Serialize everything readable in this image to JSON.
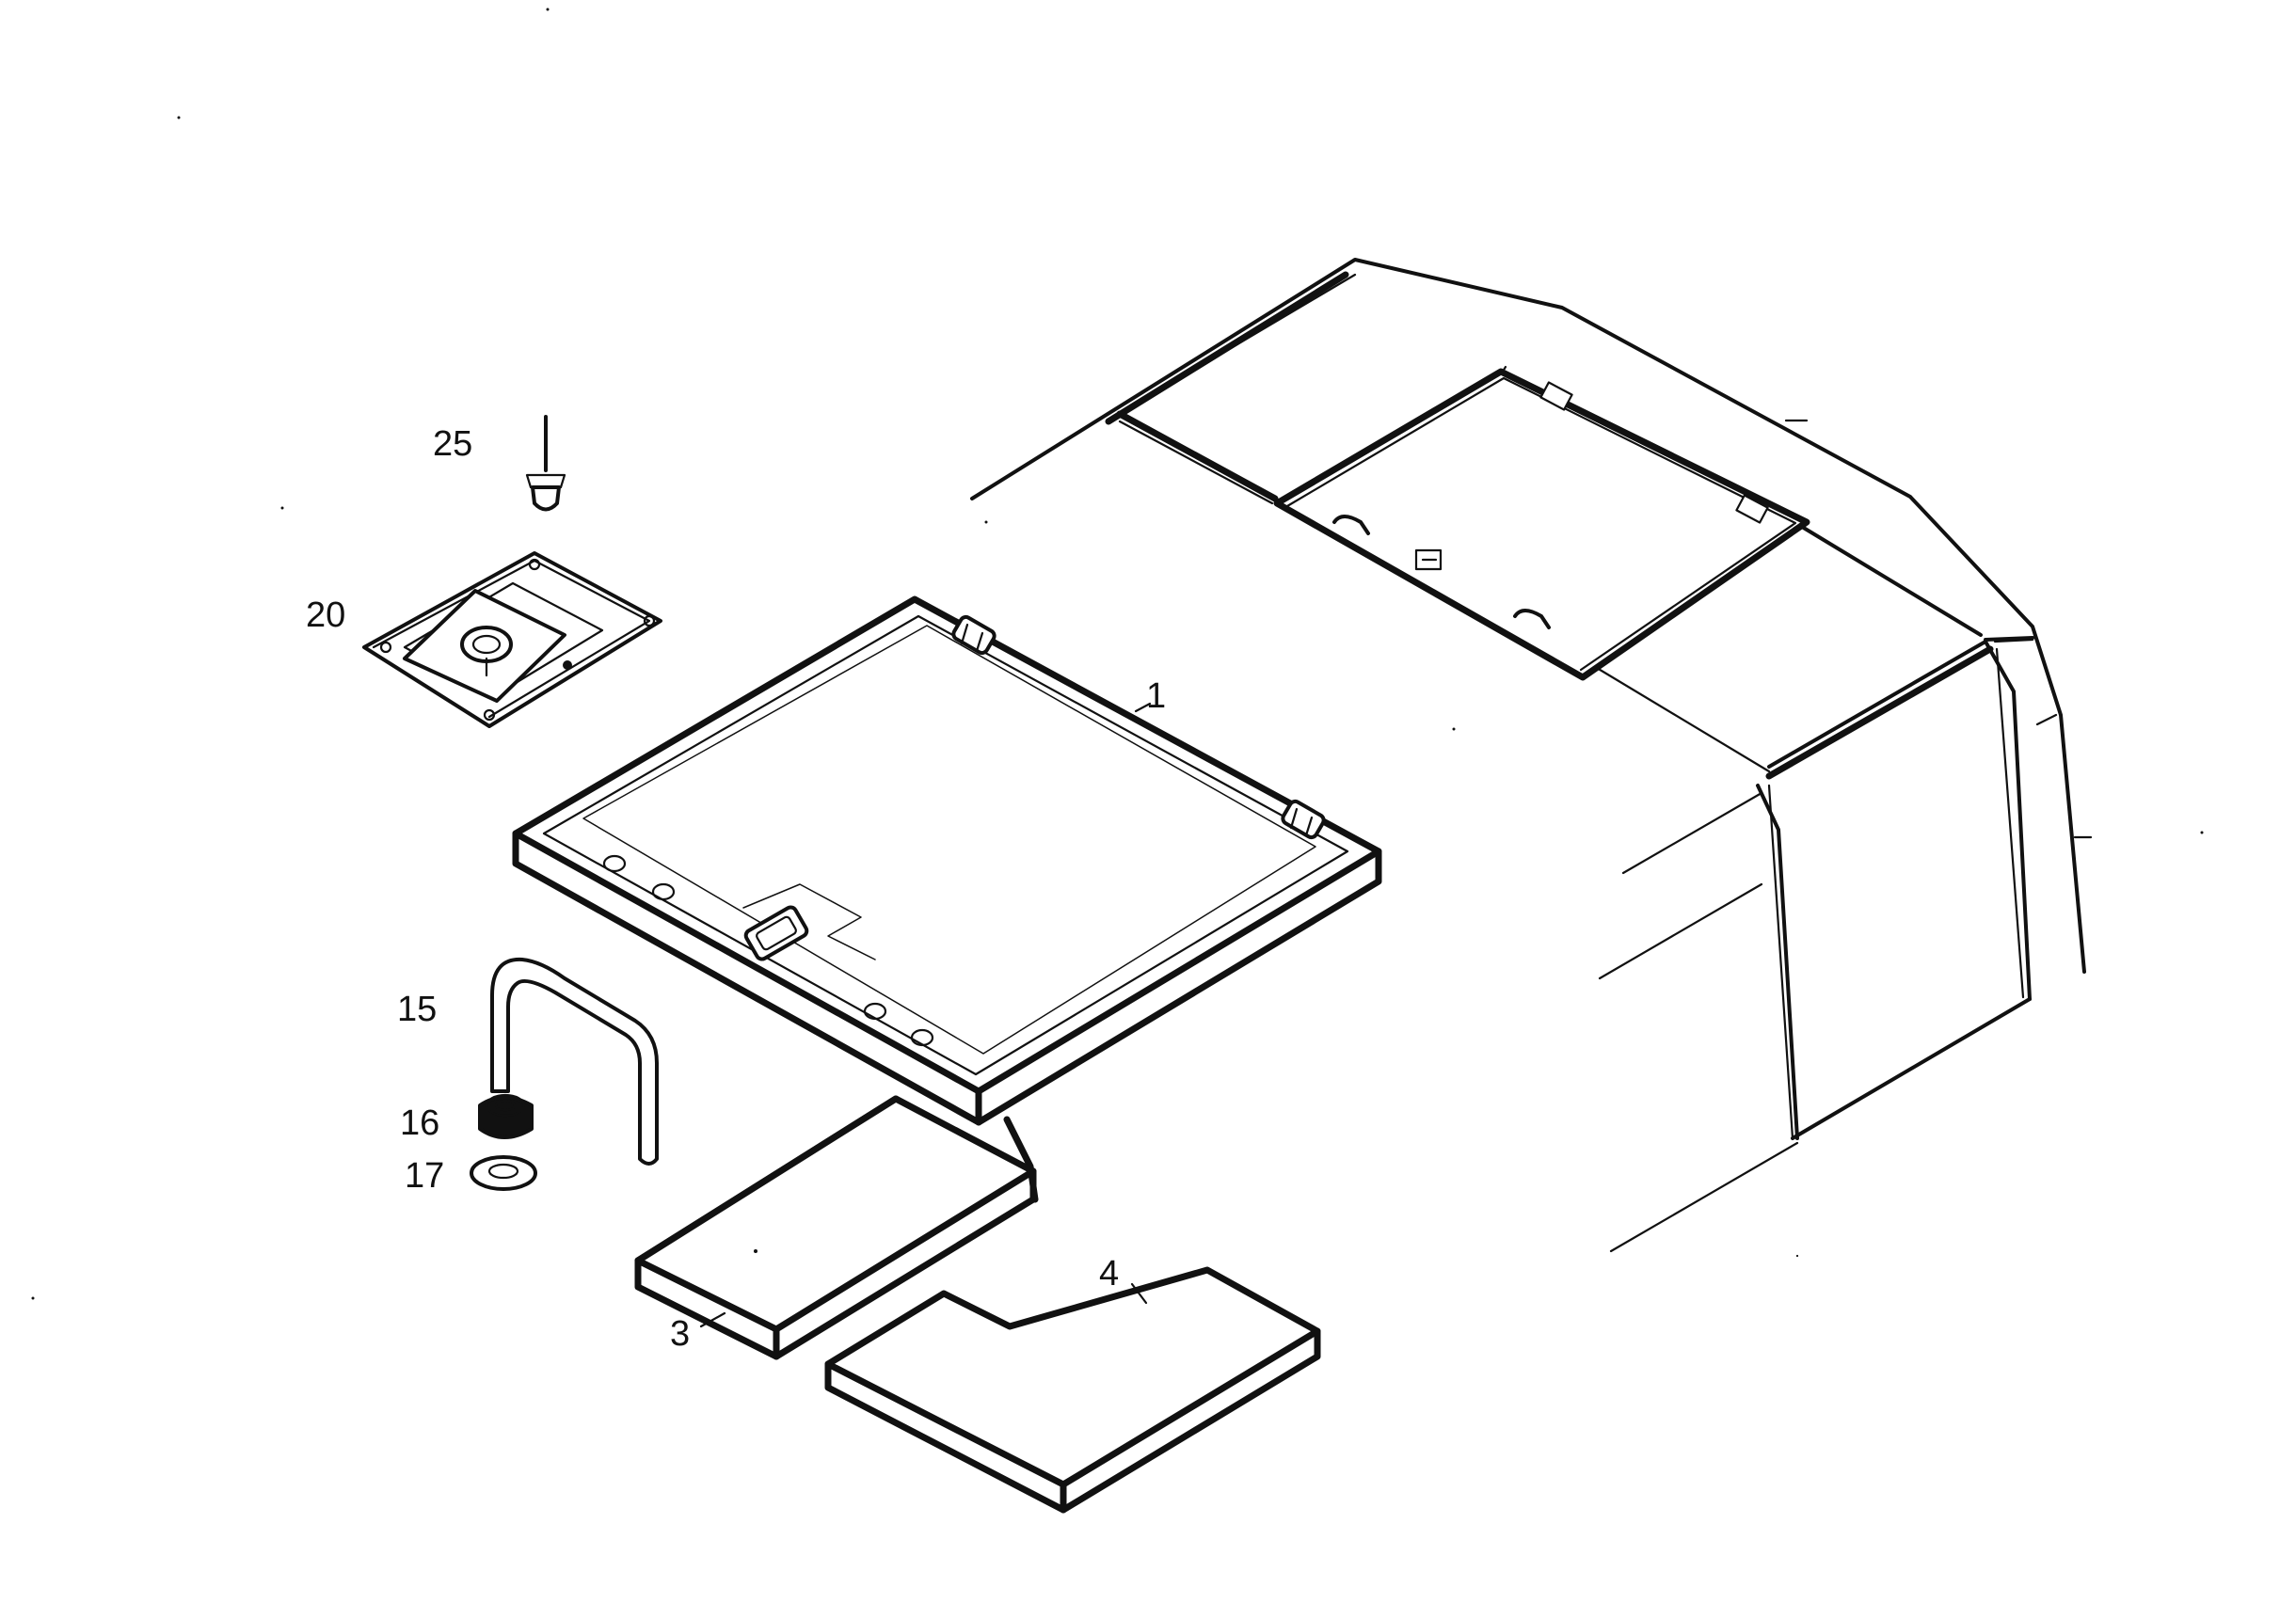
{
  "callouts": {
    "part_1": "1",
    "part_3": "3",
    "part_4": "4",
    "part_15": "15",
    "part_16": "16",
    "part_17": "17",
    "part_20": "20",
    "part_25": "25"
  },
  "colors": {
    "line": "#111111",
    "background": "#ffffff"
  }
}
